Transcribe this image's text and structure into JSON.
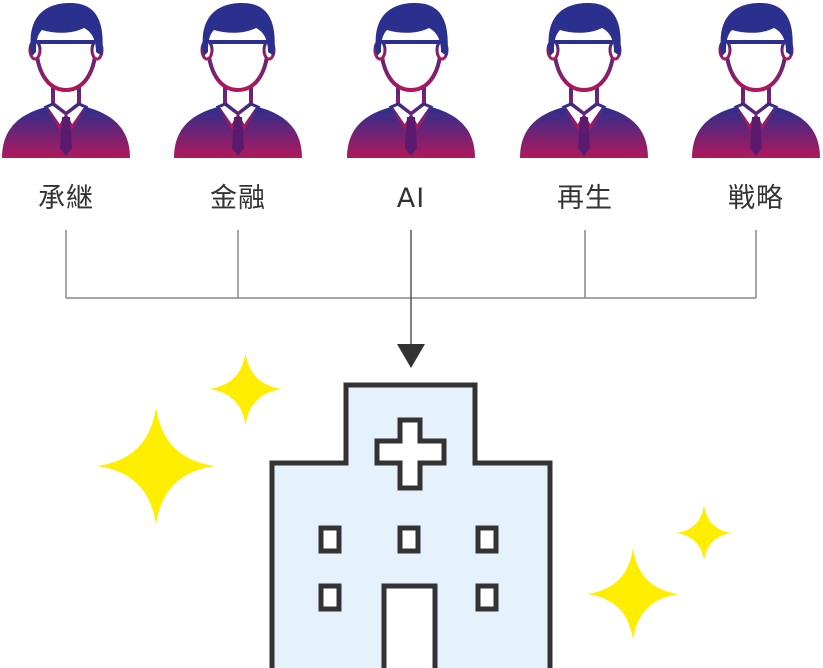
{
  "experts": [
    {
      "label": "承継"
    },
    {
      "label": "金融"
    },
    {
      "label": "AI"
    },
    {
      "label": "再生"
    },
    {
      "label": "戦略"
    }
  ],
  "icons": {
    "person": "businessman-icon",
    "target": "hospital-icon",
    "sparkle": "sparkle-icon"
  },
  "colors": {
    "person_gradient_top": "#2b2f8e",
    "person_gradient_bottom": "#b0185a",
    "connector": "#888888",
    "arrow": "#333333",
    "building_fill": "#e6f2fb",
    "building_stroke": "#333333",
    "sparkle": "#ffee00"
  }
}
